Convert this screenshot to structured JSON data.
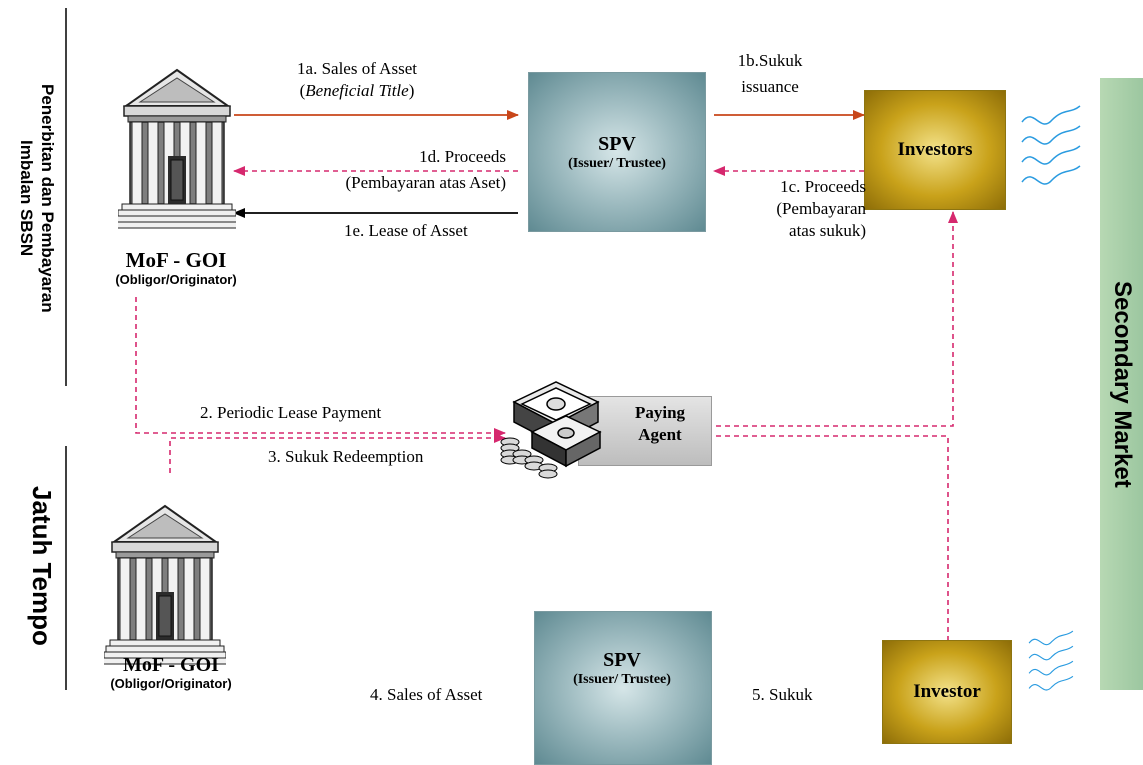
{
  "left_top_label": "Penerbitan dan Pembayaran Imbalan SBSN",
  "left_top_line1": "Penerbitan dan Pembayaran",
  "left_top_line2": "Imbalan SBSN",
  "left_bottom_label": "Jatuh Tempo",
  "right_label": "Secondary Market",
  "mof_top": {
    "title": "MoF - GOI",
    "subtitle": "(Obligor/Originator)"
  },
  "mof_bottom": {
    "title": "MoF - GOI",
    "subtitle": "(Obligor/Originator)"
  },
  "spv_top": {
    "title": "SPV",
    "subtitle": "(Issuer/ Trustee)"
  },
  "spv_bottom": {
    "title": "SPV",
    "subtitle": "(Issuer/ Trustee)"
  },
  "investors_box": "Investors",
  "investor_box": "Investor",
  "paying_agent": {
    "line1": "Paying",
    "line2": "Agent"
  },
  "flows": {
    "f1a_line1": "1a. Sales of Asset",
    "f1a_open": "(",
    "f1a_italic": "Beneficial Title",
    "f1a_close": ")",
    "f1b_line1": "1b.Sukuk",
    "f1b_line2": "issuance",
    "f1c_line1": "1c. Proceeds",
    "f1c_line2": "(Pembayaran",
    "f1c_line3": "atas sukuk)",
    "f1d_line1": "1d. Proceeds",
    "f1d_line2": "(Pembayaran atas Aset)",
    "f1e": "1e. Lease of Asset",
    "f2": "2. Periodic Lease Payment",
    "f3": "3. Sukuk Redeemption",
    "f4": "4. Sales of Asset",
    "f5": "5. Sukuk"
  },
  "colors": {
    "orange_arrow": "#c8461a",
    "pink_dashed": "#d6286e",
    "black_arrow": "#000000",
    "blue_arrow": "#1f3fbf",
    "secondary_market_bg": "#a8cfa8",
    "wave": "#2a9be0"
  }
}
